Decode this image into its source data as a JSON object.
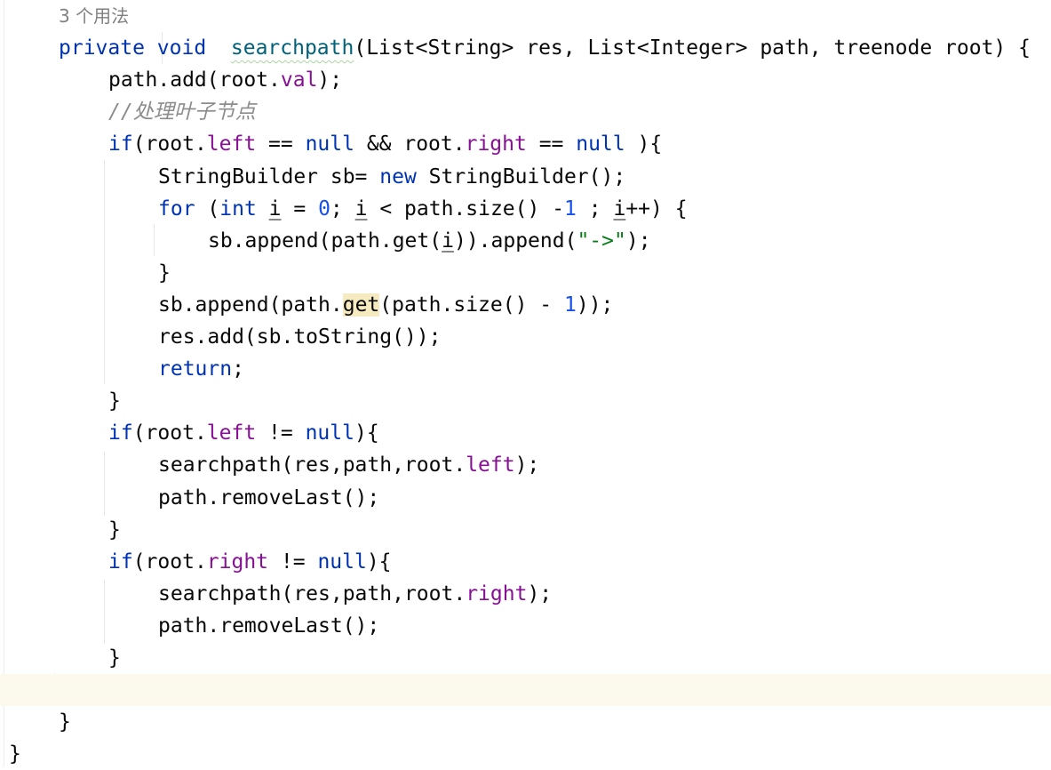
{
  "editor": {
    "usage_hint": "3 个用法",
    "current_line": 21,
    "lines": [
      {
        "indent": 1,
        "tokens": [
          {
            "t": "3 个用法",
            "c": "hint"
          }
        ]
      },
      {
        "indent": 1,
        "tokens": [
          {
            "t": "private void",
            "c": "kw"
          },
          {
            "t": "  "
          },
          {
            "t": "searchpath",
            "c": "decl"
          },
          {
            "t": "(List<String> res, List<Integer> path, treenode root) {"
          }
        ]
      },
      {
        "indent": 2,
        "tokens": [
          {
            "t": "path.add(root."
          },
          {
            "t": "val",
            "c": "fld"
          },
          {
            "t": ");"
          }
        ]
      },
      {
        "indent": 2,
        "tokens": [
          {
            "t": "//处理叶子节点",
            "c": "cmt"
          }
        ]
      },
      {
        "indent": 2,
        "tokens": [
          {
            "t": "if",
            "c": "kw"
          },
          {
            "t": "(root."
          },
          {
            "t": "left",
            "c": "fld"
          },
          {
            "t": " == "
          },
          {
            "t": "null",
            "c": "kw"
          },
          {
            "t": " && root."
          },
          {
            "t": "right",
            "c": "fld"
          },
          {
            "t": " == "
          },
          {
            "t": "null",
            "c": "kw"
          },
          {
            "t": " ){"
          }
        ]
      },
      {
        "indent": 3,
        "tokens": [
          {
            "t": "StringBuilder sb= "
          },
          {
            "t": "new",
            "c": "kw"
          },
          {
            "t": " StringBuilder();"
          }
        ]
      },
      {
        "indent": 3,
        "tokens": [
          {
            "t": "for",
            "c": "kw"
          },
          {
            "t": " ("
          },
          {
            "t": "int",
            "c": "kw"
          },
          {
            "t": " "
          },
          {
            "t": "i",
            "c": "var"
          },
          {
            "t": " = "
          },
          {
            "t": "0",
            "c": "num"
          },
          {
            "t": "; "
          },
          {
            "t": "i",
            "c": "var"
          },
          {
            "t": " < path.size() -"
          },
          {
            "t": "1",
            "c": "num"
          },
          {
            "t": " ; "
          },
          {
            "t": "i",
            "c": "var"
          },
          {
            "t": "++) {"
          }
        ]
      },
      {
        "indent": 4,
        "tokens": [
          {
            "t": "sb.append(path.get("
          },
          {
            "t": "i",
            "c": "var"
          },
          {
            "t": ")).append("
          },
          {
            "t": "\"->\"",
            "c": "str"
          },
          {
            "t": ");"
          }
        ]
      },
      {
        "indent": 3,
        "tokens": [
          {
            "t": "}"
          }
        ]
      },
      {
        "indent": 3,
        "tokens": [
          {
            "t": "sb.append(path."
          },
          {
            "t": "get",
            "c": "hl"
          },
          {
            "t": "(path.size() - "
          },
          {
            "t": "1",
            "c": "num"
          },
          {
            "t": "));"
          }
        ]
      },
      {
        "indent": 3,
        "tokens": [
          {
            "t": "res.add(sb.toString());"
          }
        ]
      },
      {
        "indent": 3,
        "tokens": [
          {
            "t": "return",
            "c": "kw"
          },
          {
            "t": ";"
          }
        ]
      },
      {
        "indent": 2,
        "tokens": [
          {
            "t": "}"
          }
        ]
      },
      {
        "indent": 2,
        "tokens": [
          {
            "t": "if",
            "c": "kw"
          },
          {
            "t": "(root."
          },
          {
            "t": "left",
            "c": "fld"
          },
          {
            "t": " != "
          },
          {
            "t": "null",
            "c": "kw"
          },
          {
            "t": "){"
          }
        ]
      },
      {
        "indent": 3,
        "tokens": [
          {
            "t": "searchpath(res,path,root."
          },
          {
            "t": "left",
            "c": "fld"
          },
          {
            "t": ");"
          }
        ]
      },
      {
        "indent": 3,
        "tokens": [
          {
            "t": "path.removeLast();"
          }
        ]
      },
      {
        "indent": 2,
        "tokens": [
          {
            "t": "}"
          }
        ]
      },
      {
        "indent": 2,
        "tokens": [
          {
            "t": "if",
            "c": "kw"
          },
          {
            "t": "(root."
          },
          {
            "t": "right",
            "c": "fld"
          },
          {
            "t": " != "
          },
          {
            "t": "null",
            "c": "kw"
          },
          {
            "t": "){"
          }
        ]
      },
      {
        "indent": 3,
        "tokens": [
          {
            "t": "searchpath(res,path,root."
          },
          {
            "t": "right",
            "c": "fld"
          },
          {
            "t": ");"
          }
        ]
      },
      {
        "indent": 3,
        "tokens": [
          {
            "t": "path.removeLast();"
          }
        ]
      },
      {
        "indent": 2,
        "tokens": [
          {
            "t": "}"
          }
        ]
      },
      {
        "indent": 1,
        "tokens": []
      },
      {
        "indent": 1,
        "tokens": [
          {
            "t": "}"
          }
        ]
      },
      {
        "indent": 0,
        "tokens": [
          {
            "t": "}"
          }
        ]
      }
    ]
  },
  "colors": {
    "keyword": "#0033b3",
    "field": "#871094",
    "number": "#1750eb",
    "string": "#067d17",
    "comment": "#8c8c8c",
    "method": "#00627a"
  }
}
